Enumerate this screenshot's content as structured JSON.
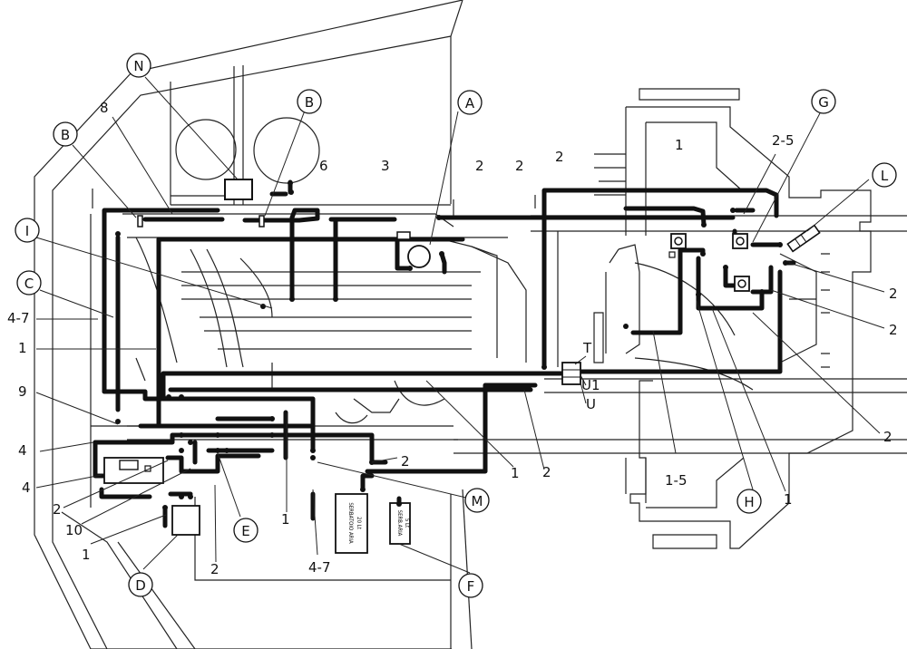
{
  "diagram": {
    "callouts": [
      {
        "id": "A",
        "text": "A"
      },
      {
        "id": "B1",
        "text": "B"
      },
      {
        "id": "B2",
        "text": "B"
      },
      {
        "id": "C",
        "text": "C"
      },
      {
        "id": "D",
        "text": "D"
      },
      {
        "id": "E",
        "text": "E"
      },
      {
        "id": "F",
        "text": "F"
      },
      {
        "id": "G",
        "text": "G"
      },
      {
        "id": "H",
        "text": "H"
      },
      {
        "id": "I",
        "text": "I"
      },
      {
        "id": "L",
        "text": "L"
      },
      {
        "id": "M",
        "text": "M"
      },
      {
        "id": "N",
        "text": "N"
      }
    ],
    "labels": [
      {
        "id": "l8",
        "text": "8"
      },
      {
        "id": "l6",
        "text": "6"
      },
      {
        "id": "l3",
        "text": "3"
      },
      {
        "id": "l2a",
        "text": "2"
      },
      {
        "id": "l2b",
        "text": "2"
      },
      {
        "id": "l2c",
        "text": "2"
      },
      {
        "id": "l1top",
        "text": "1"
      },
      {
        "id": "l25",
        "text": "2-5"
      },
      {
        "id": "l47a",
        "text": "4-7"
      },
      {
        "id": "l1left",
        "text": "1"
      },
      {
        "id": "l9",
        "text": "9"
      },
      {
        "id": "l4a",
        "text": "4"
      },
      {
        "id": "l4b",
        "text": "4"
      },
      {
        "id": "l2left",
        "text": "2"
      },
      {
        "id": "l10",
        "text": "10"
      },
      {
        "id": "l1bl",
        "text": "1"
      },
      {
        "id": "l2bot",
        "text": "2"
      },
      {
        "id": "l1mid",
        "text": "1"
      },
      {
        "id": "l47b",
        "text": "4-7"
      },
      {
        "id": "l2tank",
        "text": "2"
      },
      {
        "id": "lT",
        "text": "T"
      },
      {
        "id": "lU1",
        "text": "U1"
      },
      {
        "id": "lU",
        "text": "U"
      },
      {
        "id": "l1c",
        "text": "1"
      },
      {
        "id": "l2d",
        "text": "2"
      },
      {
        "id": "l15",
        "text": "1-5"
      },
      {
        "id": "l1r",
        "text": "1"
      },
      {
        "id": "l2r1",
        "text": "2"
      },
      {
        "id": "l2r2",
        "text": "2"
      },
      {
        "id": "l2r3",
        "text": "2"
      }
    ],
    "tanks": {
      "big_line1": "SERBATOIO ARIA",
      "big_line2": "20 Lt",
      "small_line1": "SERB.ARIA",
      "small_line2": "5 Lt"
    }
  }
}
